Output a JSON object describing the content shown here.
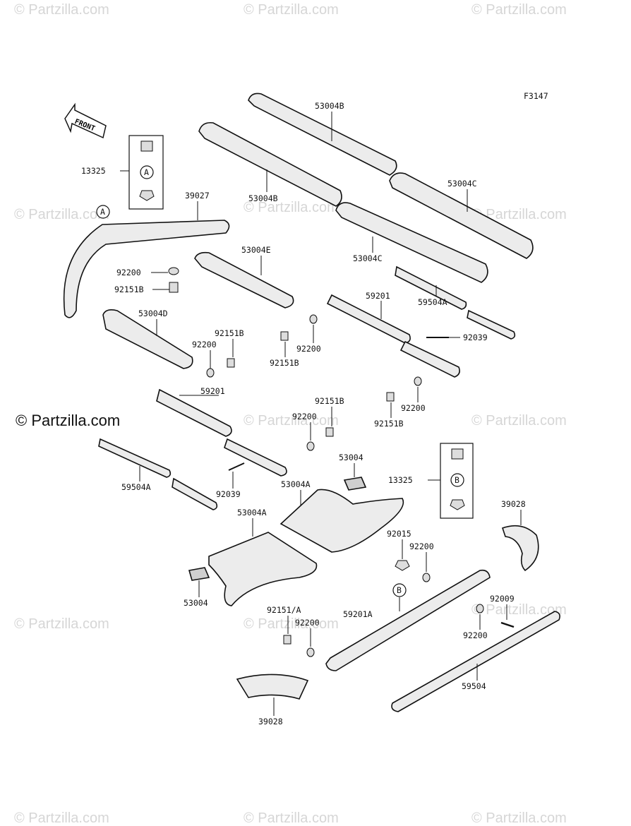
{
  "figure_code": "F3147",
  "front_label": "FRONT",
  "copyright_main": "© Partzilla.com",
  "watermarks": [
    "© Partzilla.com",
    "© Partzilla.com",
    "© Partzilla.com",
    "© Partzilla.com",
    "© Partzilla.com",
    "© Partzilla.com",
    "© Partzilla.com",
    "© Partzilla.com",
    "© Partzilla.com",
    "© Partzilla.com",
    "© Partzilla.com",
    "© Partzilla.com",
    "© Partzilla.com",
    "© Partzilla.com"
  ],
  "callouts": {
    "a": "A",
    "b": "B"
  },
  "parts": {
    "p53004B_top": "53004B",
    "p53004B_low": "53004B",
    "p53004C_top": "53004C",
    "p53004C_low": "53004C",
    "p13325_a": "13325",
    "p39027": "39027",
    "p53004E": "53004E",
    "p92200_a": "92200",
    "p92151B_a": "92151B",
    "p53004D": "53004D",
    "p92151B_b": "92151B",
    "p92200_b": "92200",
    "p59201_r": "59201",
    "p59504A_r": "59504A",
    "p92039_r": "92039",
    "p92200_c": "92200",
    "p92151B_c": "92151B",
    "p59201_l": "59201",
    "p92200_d": "92200",
    "p92151B_d": "92151B",
    "p92200_e": "92200",
    "p92151B_e": "92151B",
    "p59504A_l": "59504A",
    "p92039_l": "92039",
    "p53004_top": "53004",
    "p53004A_r": "53004A",
    "p53004A_l": "53004A",
    "p13325_b": "13325",
    "p39028_r": "39028",
    "p92015": "92015",
    "p92200_f": "92200",
    "p53004_low": "53004",
    "p92009": "92009",
    "p92200_g": "92200",
    "p92151_1A": "92151/A",
    "p92200_h": "92200",
    "p59201A": "59201A",
    "p59504": "59504",
    "p39028_l": "39028"
  }
}
